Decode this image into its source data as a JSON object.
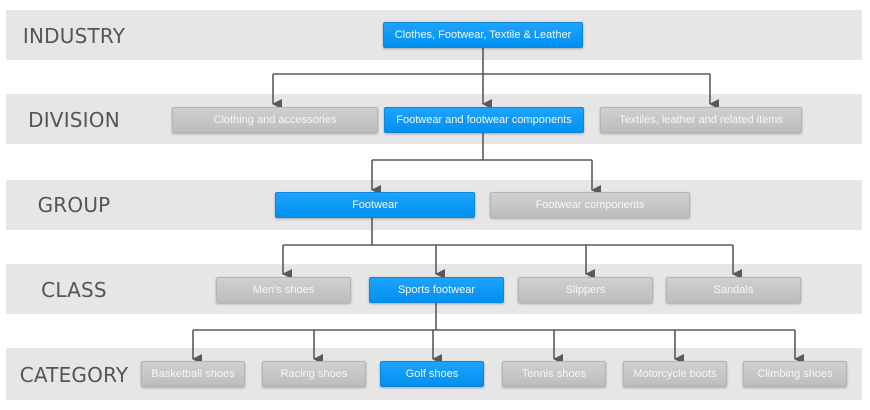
{
  "levels": {
    "industry": "INDUSTRY",
    "division": "DIVISION",
    "group": "GROUP",
    "class": "CLASS",
    "category": "CATEGORY"
  },
  "nodes": {
    "industry": "Clothes, Footwear, Textile & Leather",
    "division": [
      "Clothing and accessories",
      "Footwear and footwear components",
      "Textiles, leather and related items"
    ],
    "group": [
      "Footwear",
      "Footwear components"
    ],
    "class": [
      "Men's shoes",
      "Sports footwear",
      "Slippers",
      "Sandals"
    ],
    "category": [
      "Basketball shoes",
      "Racing shoes",
      "Golf shoes",
      "Tennis shoes",
      "Motorcycle boots",
      "Climbing shoes"
    ]
  },
  "colors": {
    "band": "#e6e6e6",
    "selected": "#0096f5",
    "unselected": "#c4c5c6",
    "connector": "#555555"
  }
}
